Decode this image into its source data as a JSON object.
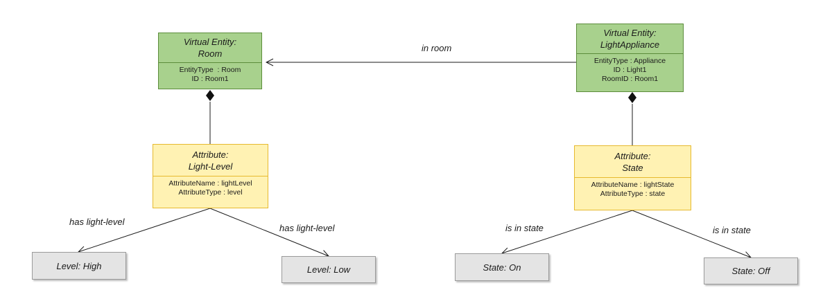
{
  "entities": {
    "room": {
      "title": "Virtual Entity:",
      "name": "Room",
      "props": [
        "EntityType  : Room",
        "ID : Room1"
      ]
    },
    "light_appliance": {
      "title": "Virtual Entity:",
      "name": "LightAppliance",
      "props": [
        "EntityType : Appliance",
        "ID : Light1",
        "RoomID : Room1"
      ]
    }
  },
  "attributes": {
    "light_level": {
      "title": "Attribute:",
      "name": "Light-Level",
      "props": [
        "AttributeName : lightLevel",
        "AttributeType : level"
      ]
    },
    "state": {
      "title": "Attribute:",
      "name": "State",
      "props": [
        "AttributeName : lightState",
        "AttributeType : state"
      ]
    }
  },
  "values": {
    "level_high": "Level: High",
    "level_low": "Level: Low",
    "state_on": "State: On",
    "state_off": "State: Off"
  },
  "edge_labels": {
    "in_room": "in room",
    "has_light_level_left": "has light-level",
    "has_light_level_right": "has light-level",
    "is_in_state_left": "is in state",
    "is_in_state_right": "is in state"
  },
  "colors": {
    "entity_fill": "#a8d18d",
    "entity_border": "#5b8c3a",
    "attribute_fill": "#fff2b3",
    "attribute_border": "#e6b92e",
    "value_fill": "#e4e4e4",
    "value_border": "#9a9a9a"
  }
}
